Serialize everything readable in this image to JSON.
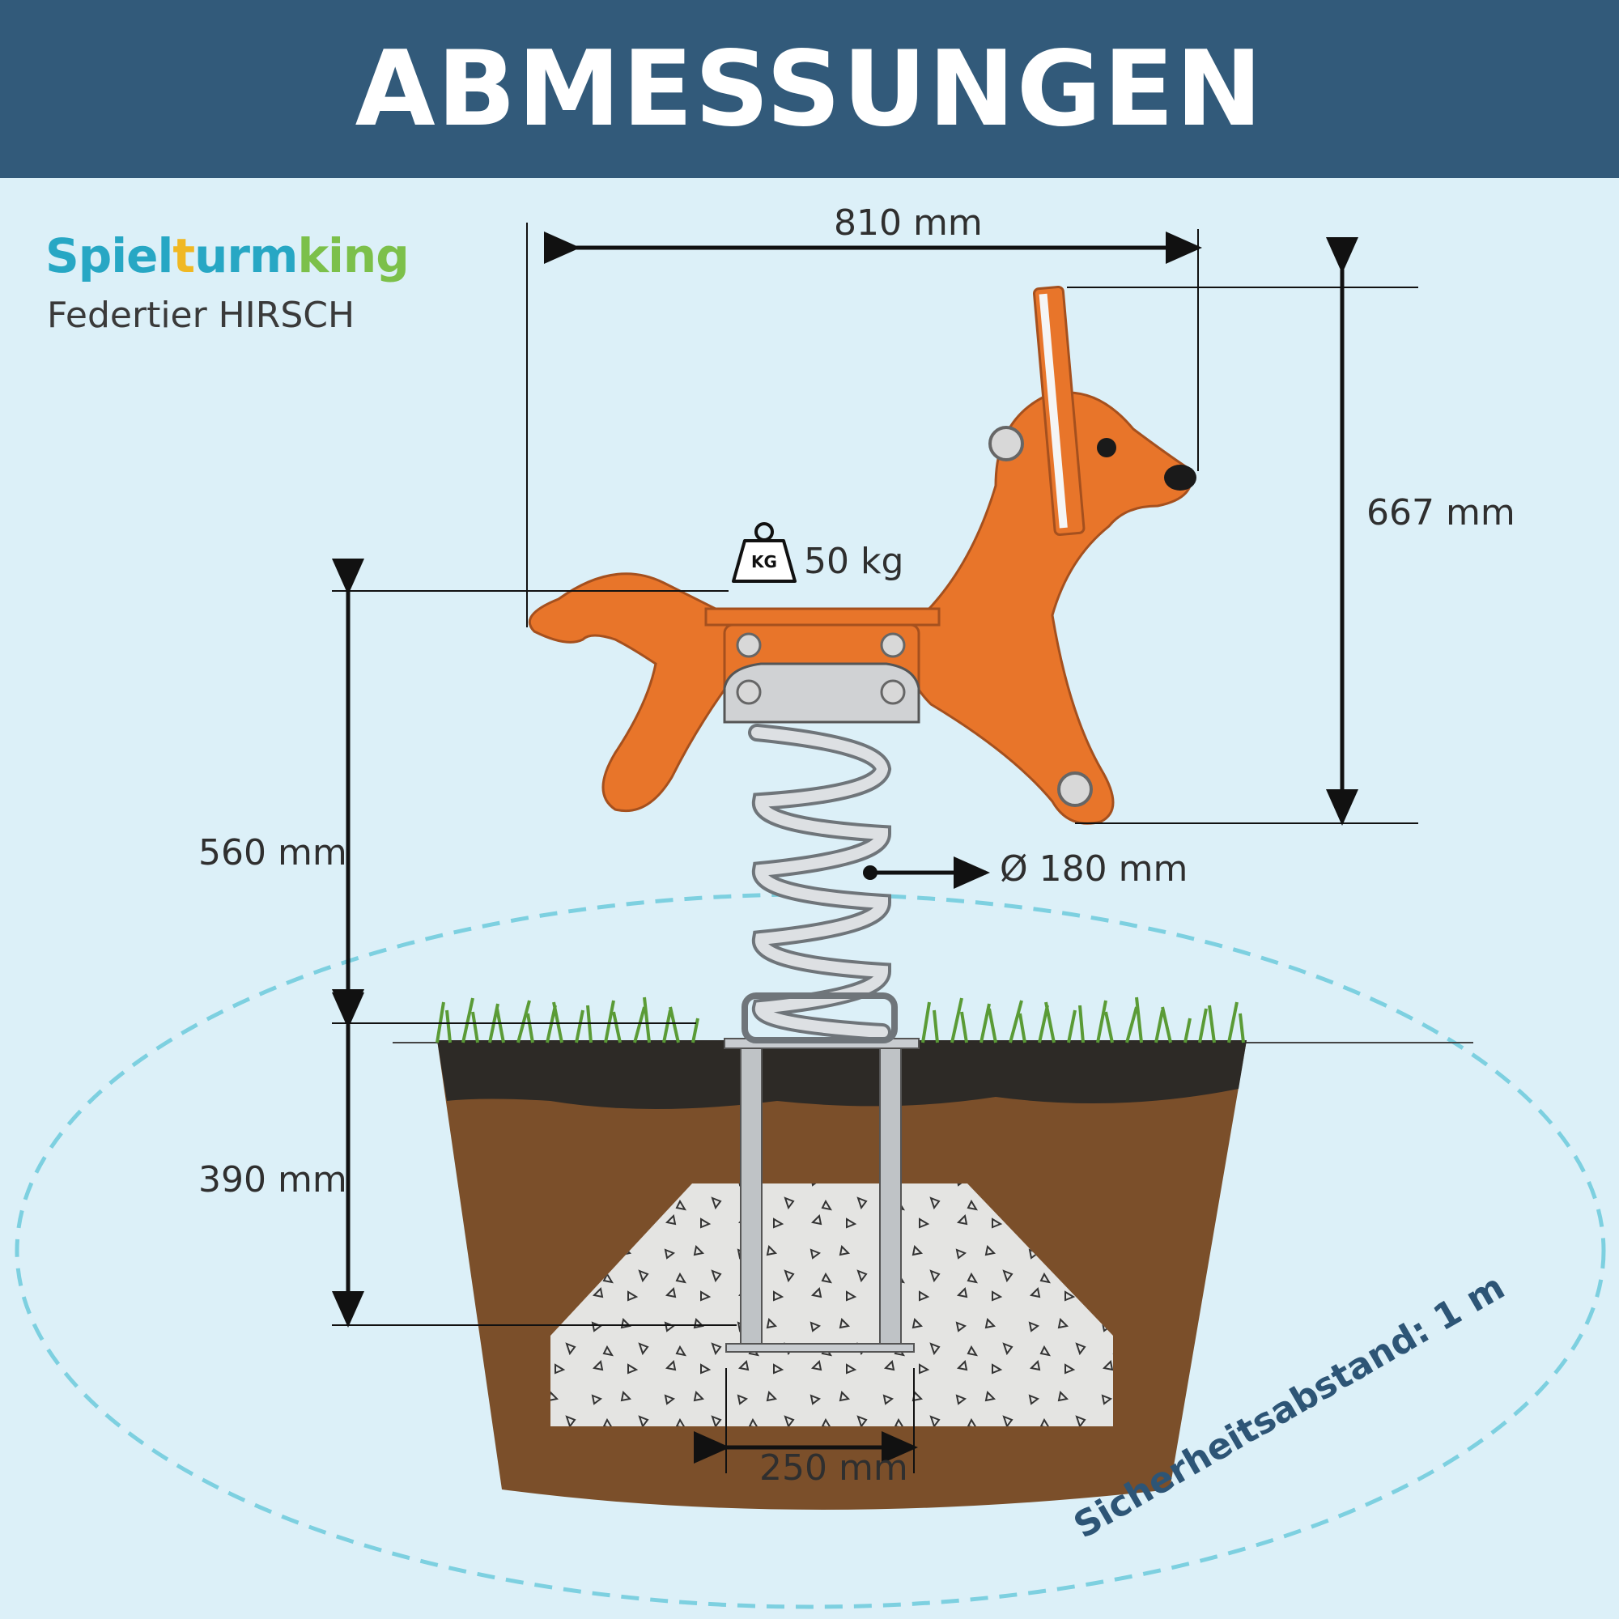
{
  "header": {
    "title": "ABMESSUNGEN"
  },
  "brand": {
    "part1": "Spiel",
    "part2": "t",
    "part3": "urm",
    "part4": "king"
  },
  "product": {
    "name": "Federtier HIRSCH"
  },
  "dimensions": {
    "width": "810 mm",
    "height_figure": "667 mm",
    "seat_height": "560 mm",
    "foundation_depth": "390 mm",
    "spring_diameter": "Ø 180 mm",
    "foundation_width": "250 mm",
    "max_load": "50 kg"
  },
  "weight_icon_label": "KG",
  "safety": {
    "label": "Sicherheitsabstand: 1 m"
  },
  "colors": {
    "header_bg": "#325a7a",
    "background": "#dcf0f8",
    "figure_orange": "#e8752a",
    "safety_dash": "#7dd0e0",
    "soil": "#7b4f2a"
  }
}
